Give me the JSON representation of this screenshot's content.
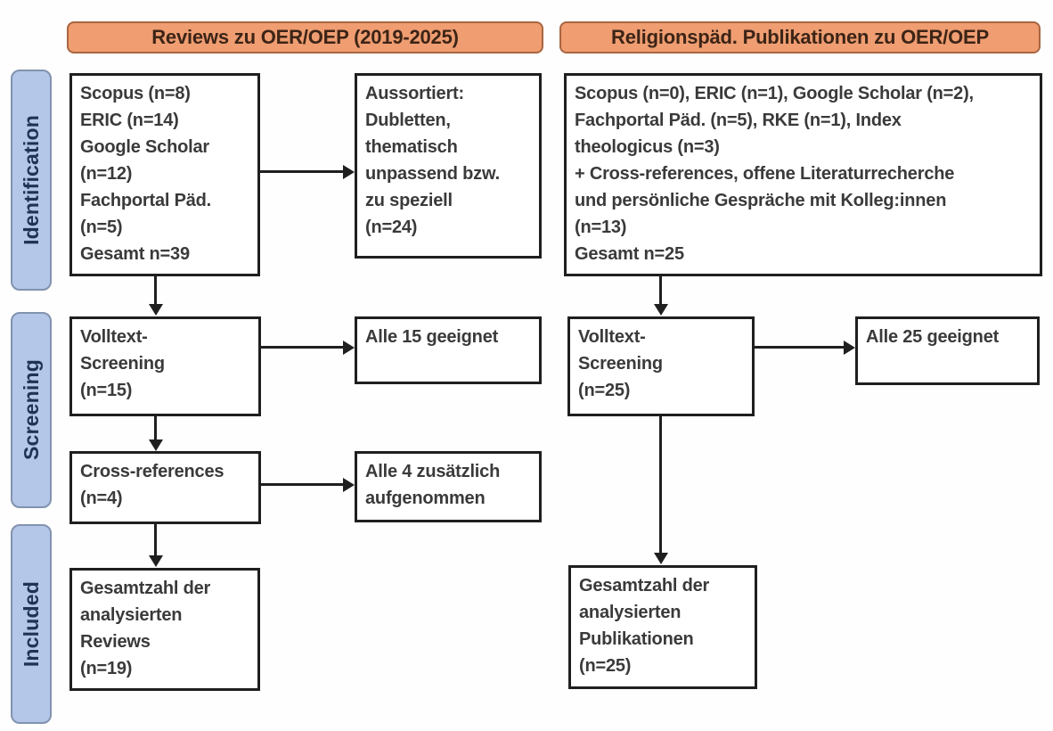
{
  "headers": {
    "left": "Reviews zu OER/OEP (2019-2025)",
    "right": "Religionspäd. Publikationen zu OER/OEP"
  },
  "stages": [
    {
      "label": "Identification"
    },
    {
      "label": "Screening"
    },
    {
      "label": "Included"
    }
  ],
  "left_column": {
    "sources_box": "Scopus (n=8)\nERIC (n=14)\nGoogle Scholar\n(n=12)\nFachportal Päd.\n(n=5)\nGesamt n=39",
    "excluded_box": "Aussortiert:\nDubletten,\nthematisch\nunpassend bzw.\nzu speziell\n(n=24)",
    "fulltext_box": "Volltext-\nScreening\n(n=15)",
    "fulltext_result_box": "Alle 15 geeignet",
    "crossref_box": "Cross-references\n(n=4)",
    "crossref_result_box": "Alle 4 zusätzlich\naufgenommen",
    "included_box": "Gesamtzahl der\nanalysierten\nReviews\n(n=19)"
  },
  "right_column": {
    "sources_box": "Scopus (n=0), ERIC (n=1), Google Scholar (n=2),\nFachportal Päd. (n=5), RKE (n=1), Index\ntheologicus (n=3)\n+ Cross-references, offene Literaturrecherche\nund persönliche Gespräche mit Kolleg:innen\n(n=13)\nGesamt n=25",
    "fulltext_box": "Volltext-\nScreening\n(n=25)",
    "fulltext_result_box": "Alle 25 geeignet",
    "included_box": "Gesamtzahl der\nanalysierten\nPublikationen\n(n=25)"
  },
  "colors": {
    "header_fill": "#ef9d71",
    "header_border": "#aa6540",
    "header_text": "#3c2416",
    "stage_fill": "#b4c7e9",
    "stage_border": "#8193ae",
    "stage_text": "#1f3353",
    "box_border": "#1f1f1f",
    "box_text": "#3a3a3a",
    "arrow": "#1f1f1f"
  }
}
